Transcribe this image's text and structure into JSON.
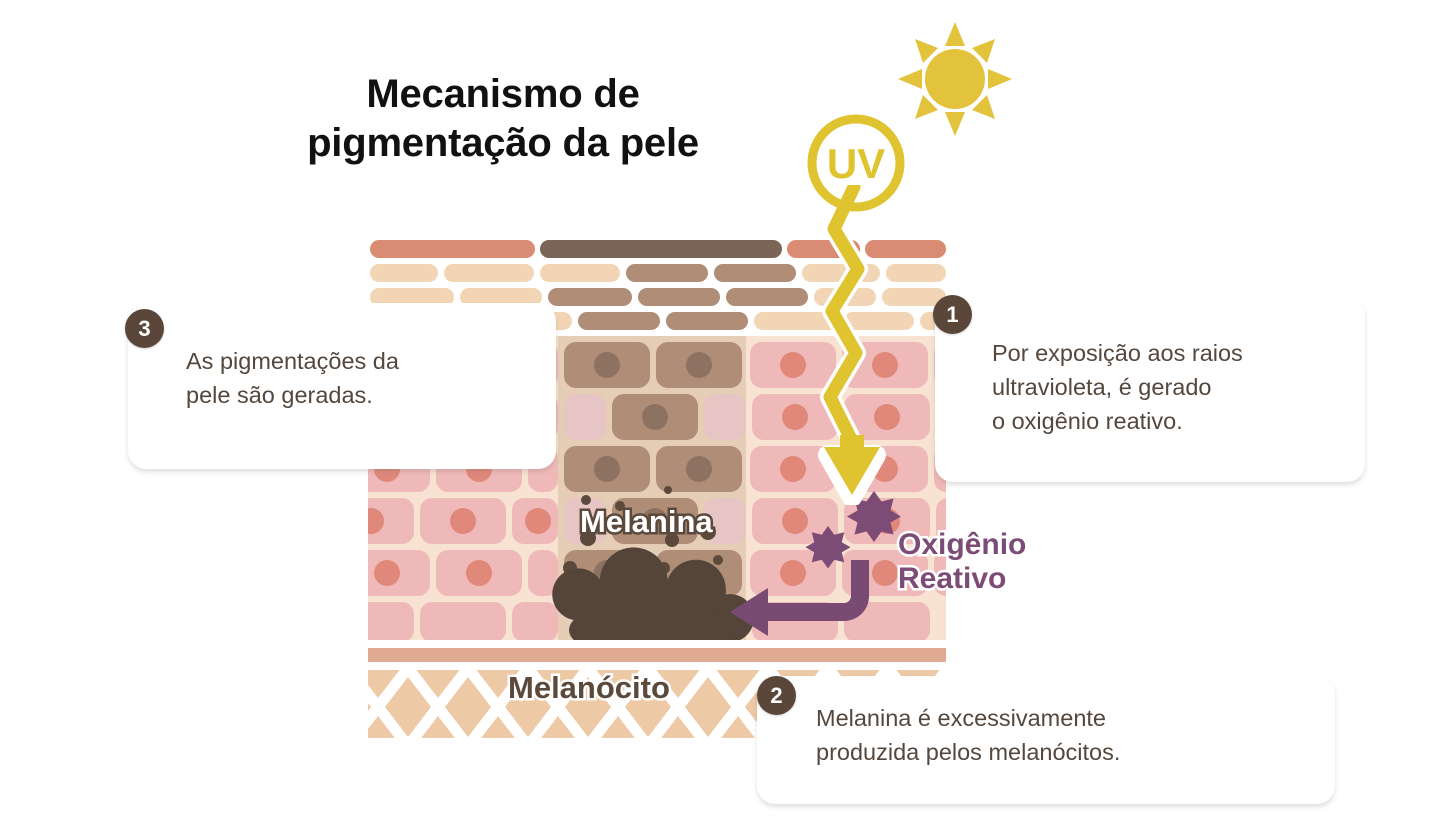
{
  "title": "Mecanismo de\npigmentação da pele",
  "colors": {
    "sun": "#e3c33c",
    "uv_ray": "#dfc32f",
    "melanin_brown": "#5b4a3c",
    "ros_purple": "#7c4c76",
    "arrow_purple": "#7a4b72",
    "badge_brown": "#5a4739",
    "text_brown": "#54473e",
    "cell_pink": "#f0b9b9",
    "nucleus_salmon": "#e0887a",
    "pigment_cell": "#b08d77",
    "dermis_tan": "#eec9a6",
    "stratum_salmon": "#d98b73"
  },
  "sun": {
    "icon": "sun-icon"
  },
  "uv": {
    "label": "UV",
    "icon": "uv-badge-icon",
    "ray_icon": "uv-ray-zigzag-arrow-icon"
  },
  "labels": {
    "melanina": "Melanina",
    "melanocito": "Melanócito",
    "oxigenio_reativo": "Oxigênio\nReativo"
  },
  "callouts": [
    {
      "number": "1",
      "text": "Por exposição aos raios\nultravioleta, é gerado\no oxigênio reativo."
    },
    {
      "number": "2",
      "text": "Melanina é excessivamente\nproduzida pelos melanócitos."
    },
    {
      "number": "3",
      "text": "As pigmentações da\npele são geradas."
    }
  ],
  "arrow": {
    "icon": "melanin-transfer-arrow-icon"
  }
}
